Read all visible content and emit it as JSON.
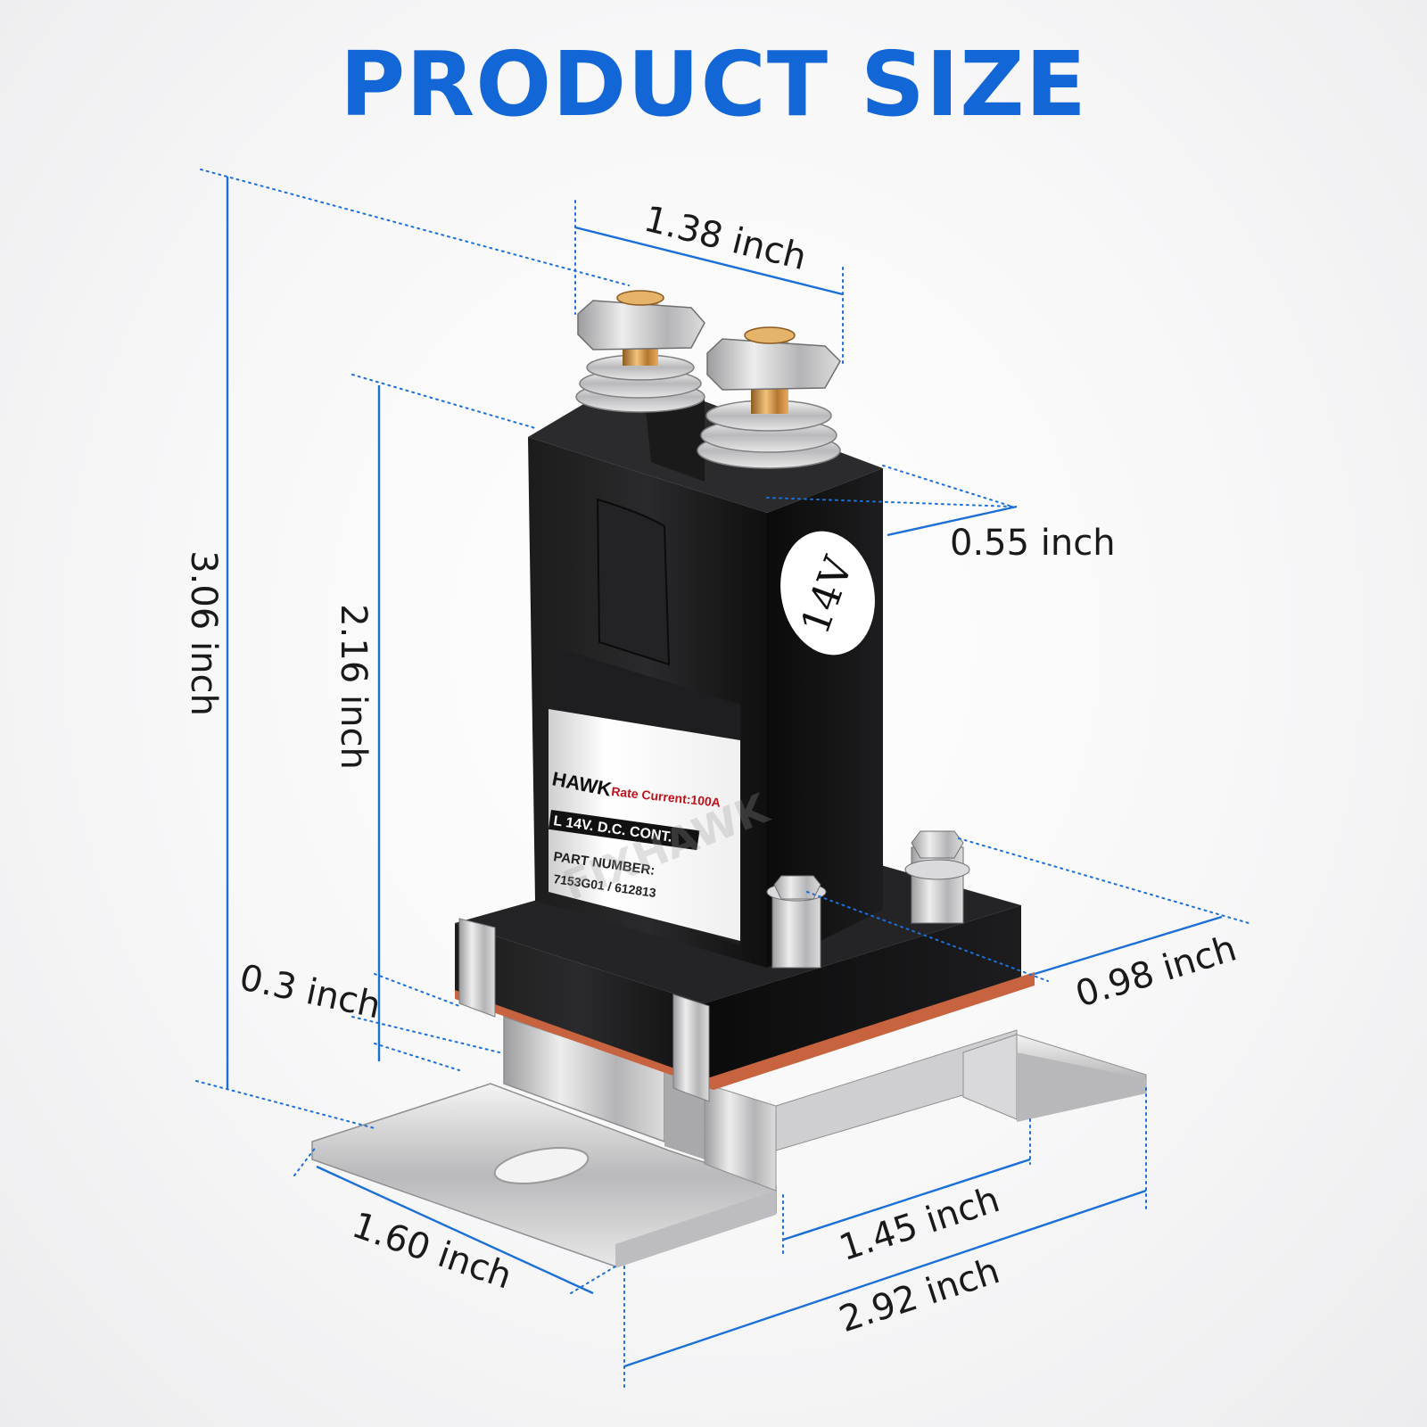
{
  "title": "PRODUCT SIZE",
  "colors": {
    "accent": "#1366d6",
    "dimension_line": "#1b6fd8",
    "body": "#151515",
    "gasket": "#c7643f",
    "label_red": "#c0101a"
  },
  "dimensions": {
    "top_width": "1.38 inch",
    "body_depth": "0.55 inch",
    "overall_height": "3.06 inch",
    "body_height": "2.16 inch",
    "base_thickness": "0.3 inch",
    "small_terminal_spacing": "0.98 inch",
    "bracket_width": "1.60 inch",
    "bracket_inner_length": "1.45 inch",
    "bracket_total_length": "2.92 inch"
  },
  "product": {
    "voltage_badge": "14V",
    "label_brand": "HAWK",
    "label_rate": "Rate Current:100A",
    "label_model": "L 14V. D.C. CONT.",
    "label_part_heading": "PART NUMBER:",
    "label_part_number": "7153G01 / 612813",
    "watermark": "FIXHAWK"
  }
}
